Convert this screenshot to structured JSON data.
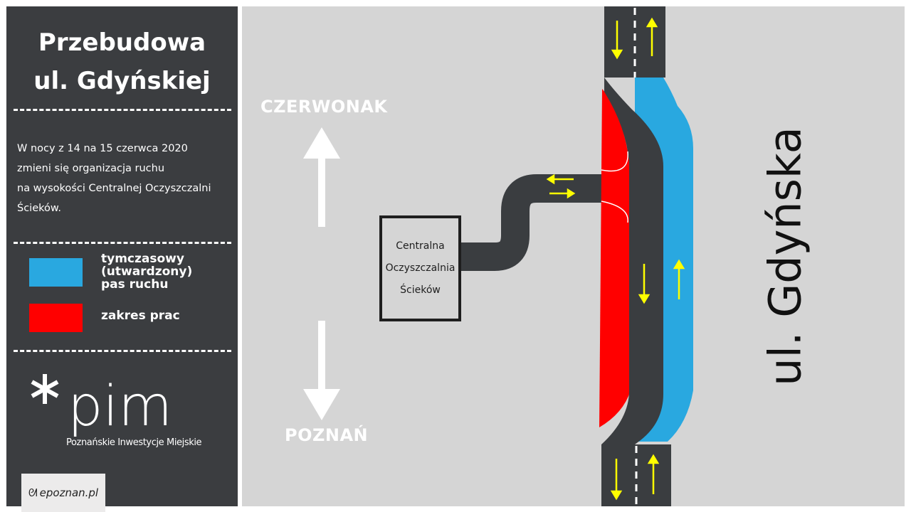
{
  "sidebar": {
    "title_line1": "Przebudowa",
    "title_line2": "ul. Gdyńskiej",
    "description": [
      "W nocy z 14 na 15 czerwca 2020",
      "zmieni się organizacja ruchu",
      "na wysokości Centralnej Oczyszczalni",
      "Ścieków."
    ],
    "legend": [
      {
        "color": "#29a8e0",
        "lines": [
          "tymczasowy",
          "(utwardzony)",
          "pas ruchu"
        ]
      },
      {
        "color": "#ff0000",
        "lines": [
          "zakres prac"
        ]
      }
    ],
    "logo_text": "pim",
    "logo_subtitle": "Poznańskie Inwestycje Miejskie"
  },
  "watermark": "epoznan.pl",
  "map": {
    "north_label": "CZERWONAK",
    "south_label": "POZNAŃ",
    "plant_lines": [
      "Centralna",
      "Oczyszczalnia",
      "Ścieków"
    ],
    "street_name": "ul. Gdyńska"
  },
  "colors": {
    "sidebar_bg": "#3b3d40",
    "map_bg": "#d5d5d5",
    "road": "#3a3d40",
    "temporary_lane": "#29a8e0",
    "work_zone": "#ff0000",
    "traffic_arrow": "#ffff00"
  }
}
